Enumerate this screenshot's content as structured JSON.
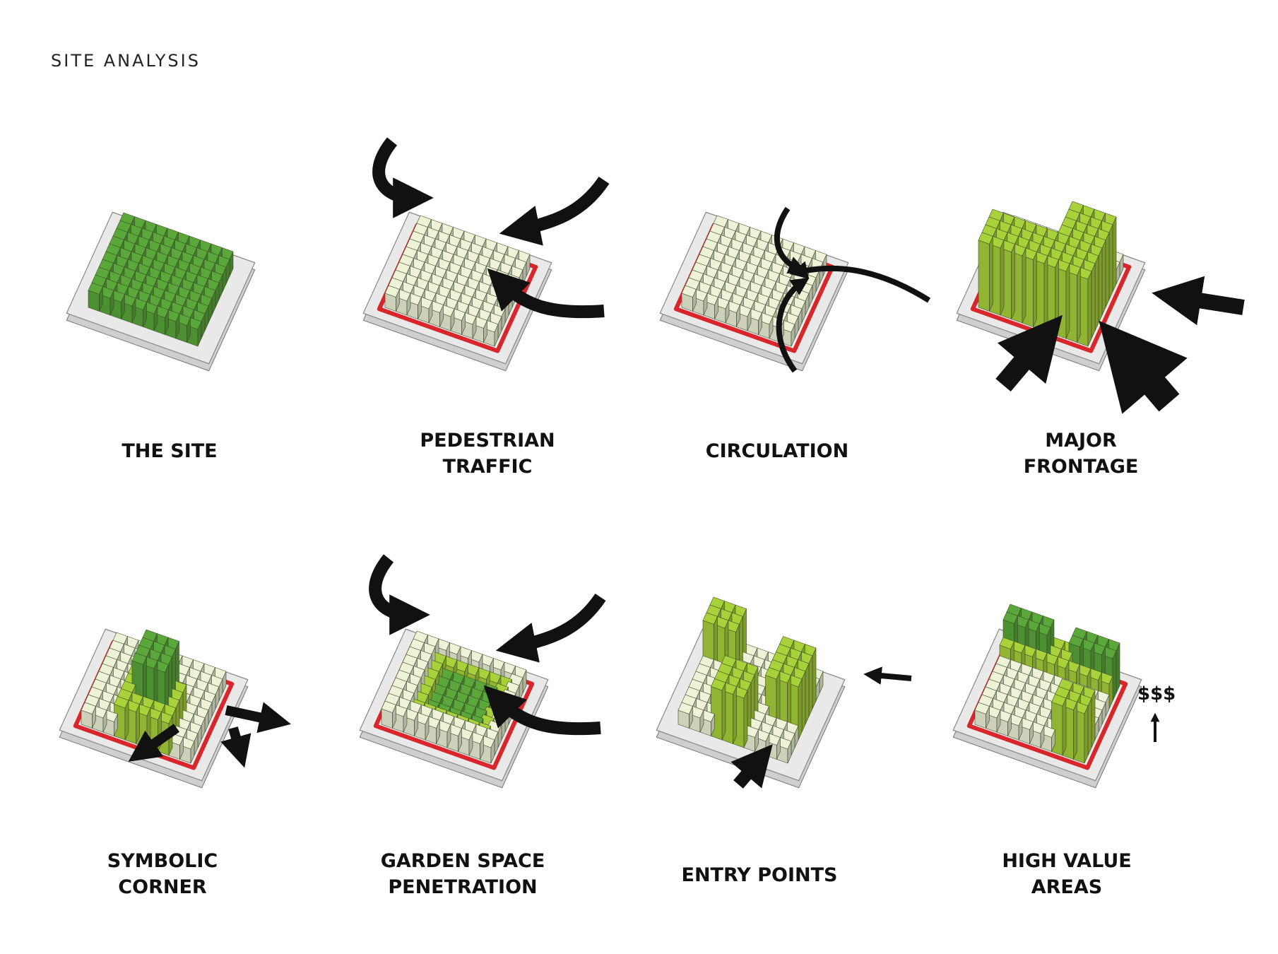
{
  "title": "SITE ANALYSIS",
  "colors": {
    "dark_green": "#5aa83a",
    "lime": "#a9d23a",
    "pale_block": "#eef3d8",
    "boundary_red": "#d9262a",
    "base_gray": "#e9e9e9",
    "arrow": "#111111"
  },
  "panels": [
    {
      "caption": [
        "THE SITE"
      ],
      "scheme": "green",
      "boundary": false,
      "arrows": "none"
    },
    {
      "caption": [
        "PEDESTRIAN",
        "TRAFFIC"
      ],
      "scheme": "pale",
      "boundary": true,
      "arrows": "curved-in"
    },
    {
      "caption": [
        "CIRCULATION"
      ],
      "scheme": "pale",
      "boundary": true,
      "arrows": "crossing"
    },
    {
      "caption": [
        "MAJOR",
        "FRONTAGE"
      ],
      "scheme": "frontage",
      "boundary": true,
      "arrows": "straight-in"
    },
    {
      "caption": [
        "SYMBOLIC",
        "CORNER"
      ],
      "scheme": "corner",
      "boundary": true,
      "arrows": "out"
    },
    {
      "caption": [
        "GARDEN SPACE",
        "PENETRATION"
      ],
      "scheme": "garden",
      "boundary": true,
      "arrows": "curved-in"
    },
    {
      "caption": [
        "ENTRY POINTS"
      ],
      "scheme": "entry",
      "boundary": false,
      "arrows": "entry"
    },
    {
      "caption": [
        "HIGH VALUE",
        "AREAS"
      ],
      "scheme": "value",
      "boundary": true,
      "arrows": "up",
      "annotation": "$$$"
    }
  ]
}
